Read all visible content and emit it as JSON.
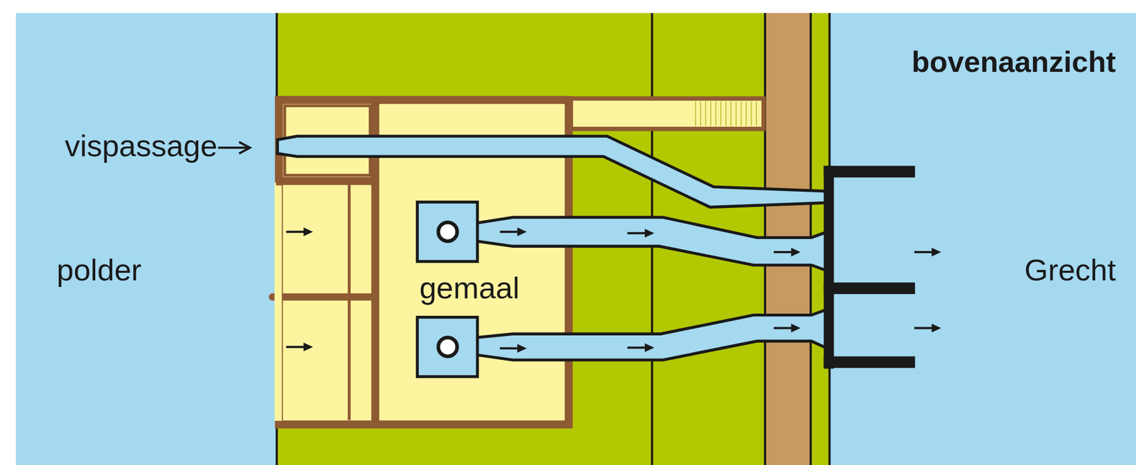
{
  "diagram": {
    "title": "bovenaanzicht",
    "nodes": [
      {
        "text": [
          "gemaal"
        ]
      }
    ],
    "labels": [
      "vispassage",
      "polder",
      "Grecht"
    ]
  }
}
